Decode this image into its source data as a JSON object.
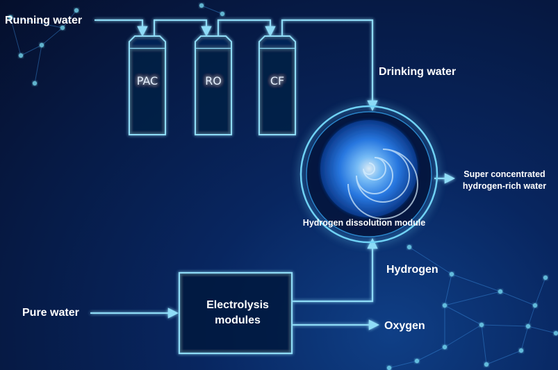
{
  "colors": {
    "pipe": "#8fdcf7",
    "glow": "#4fc3f7",
    "node": "#7fe8ff",
    "background": "#061a45"
  },
  "labels": {
    "running_water": "Running water",
    "drinking_water": "Drinking water",
    "pure_water": "Pure water",
    "hydrogen": "Hydrogen",
    "oxygen": "Oxygen",
    "super_line1": "Super concentrated",
    "super_line2": "hydrogen-rich water",
    "dissolution_module": "Hydrogen dissolution module",
    "electrolysis_line1": "Electrolysis",
    "electrolysis_line2": "modules"
  },
  "filters": [
    {
      "label": "PAC"
    },
    {
      "label": "RO"
    },
    {
      "label": "CF"
    }
  ]
}
